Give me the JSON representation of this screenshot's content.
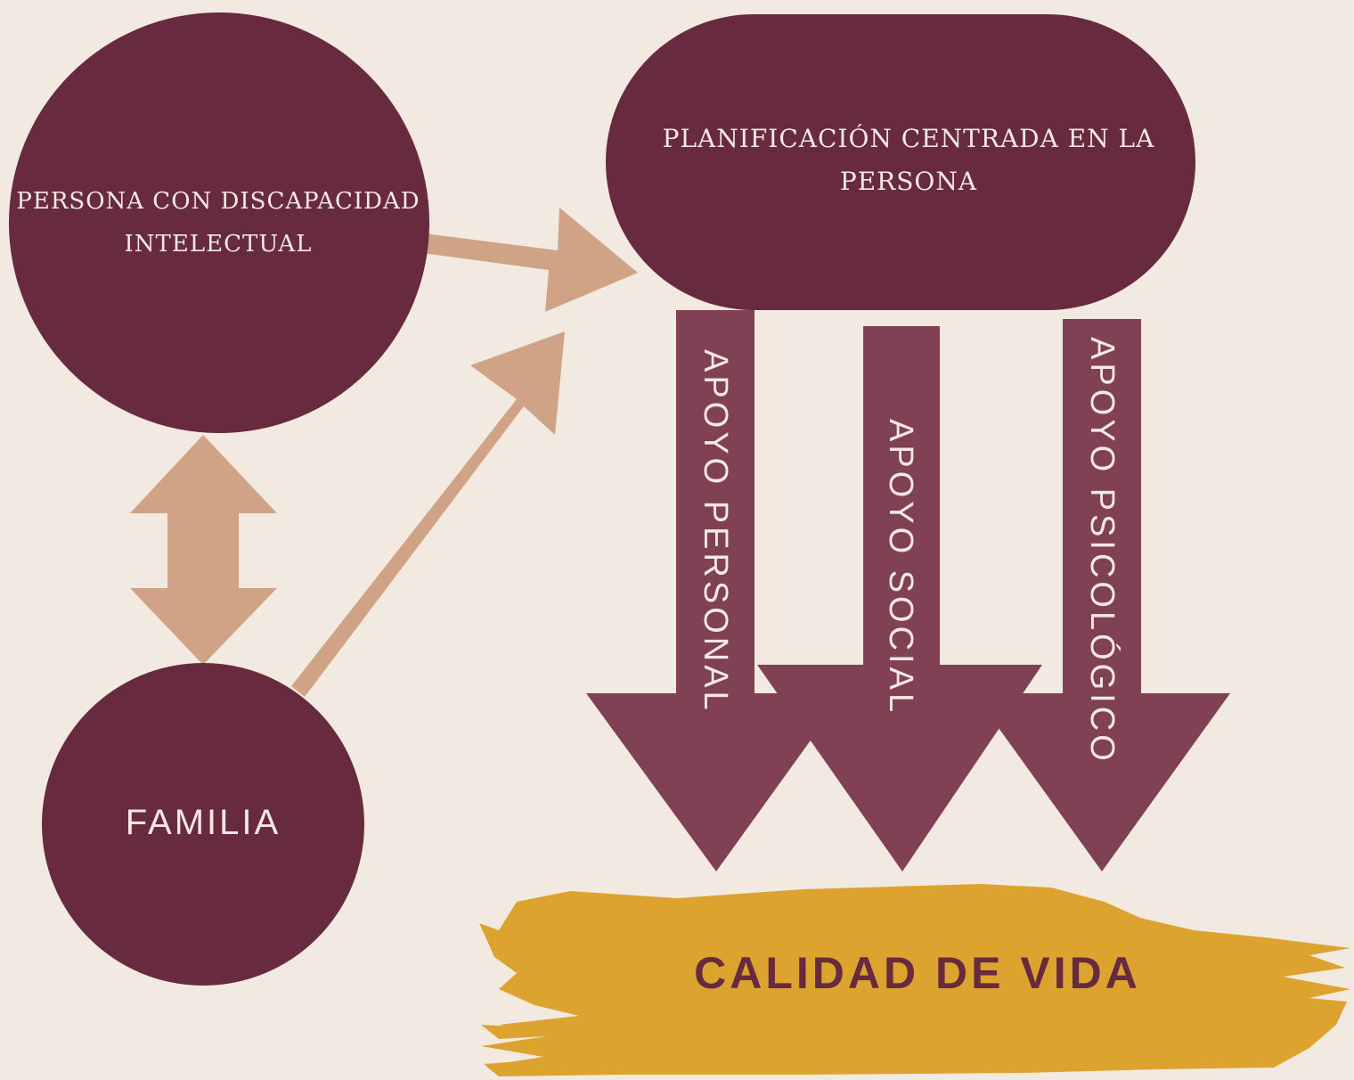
{
  "nodes": {
    "persona": "PERSONA CON DISCAPACIDAD INTELECTUAL",
    "familia": "FAMILIA",
    "planificacion": "PLANIFICACIÓN CENTRADA EN LA PERSONA"
  },
  "supports": {
    "personal": "APOYO PERSONAL",
    "social": "APOYO SOCIAL",
    "psicologico": "APOYO PSICOLÓGICO"
  },
  "outcome": "CALIDAD DE VIDA",
  "colors": {
    "background": "#f2e9e1",
    "node": "#672a3f",
    "support_arrow": "#804155",
    "connector": "#d1a386",
    "outcome_brush": "#dca42f",
    "node_text": "#f5e8e4",
    "outcome_text": "#672a3f"
  }
}
